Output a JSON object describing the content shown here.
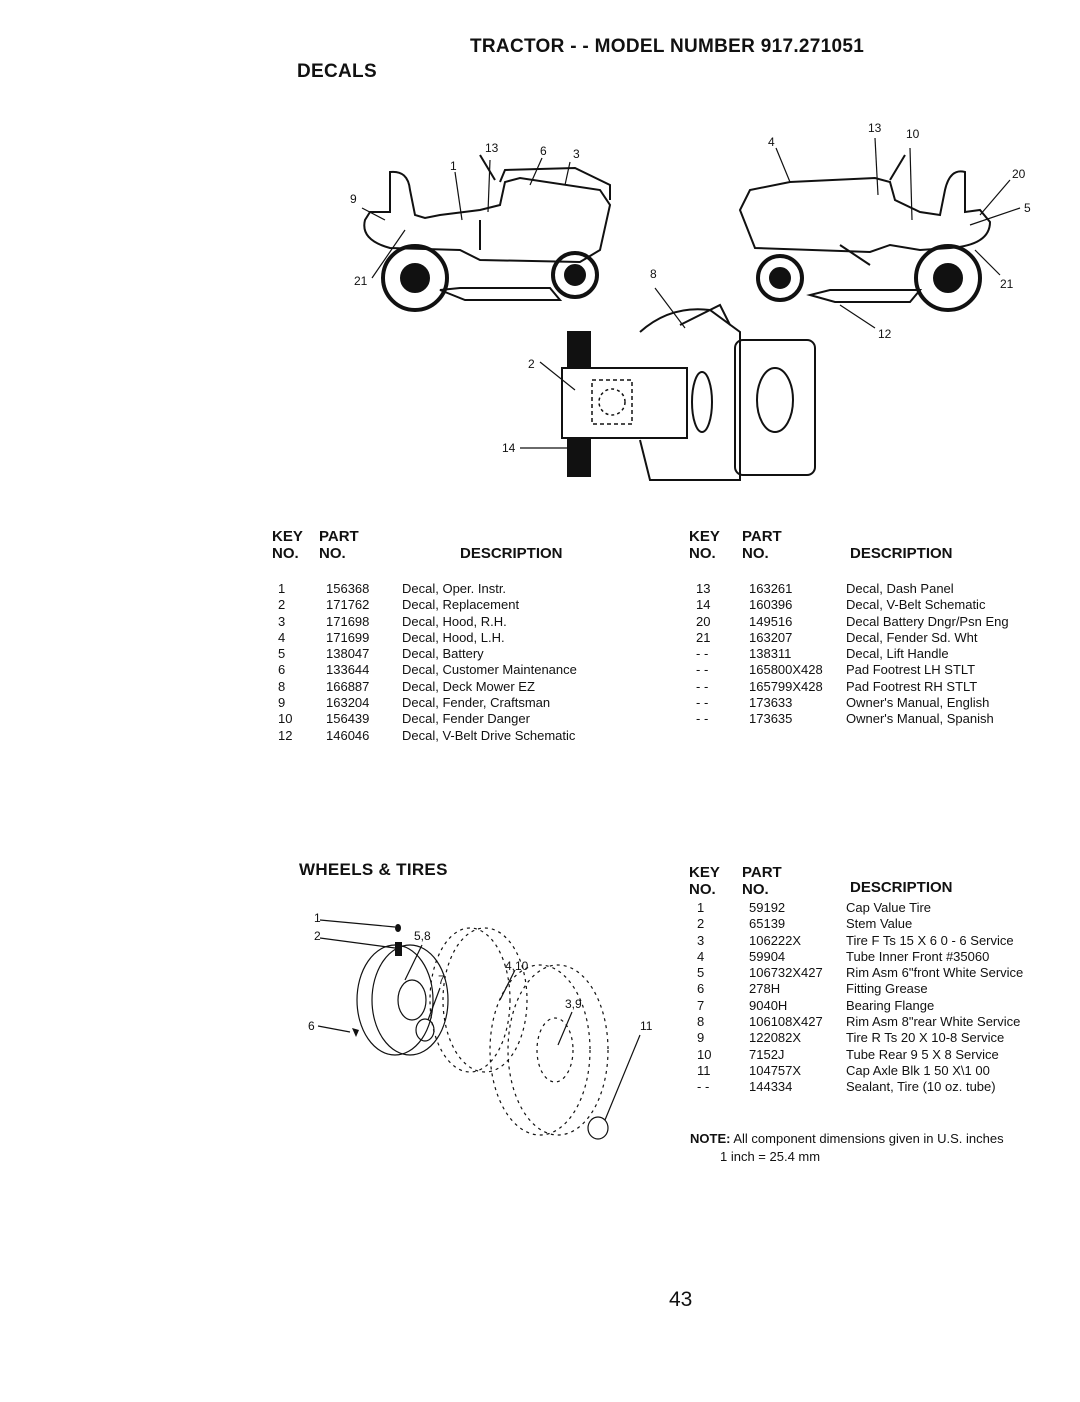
{
  "page": {
    "title": "TRACTOR - - MODEL NUMBER 917.271051",
    "page_number": "43"
  },
  "decals": {
    "heading": "DECALS",
    "diagram_callouts": [
      "1",
      "2",
      "3",
      "4",
      "5",
      "6",
      "8",
      "9",
      "10",
      "12",
      "13",
      "13",
      "14",
      "20",
      "21",
      "21"
    ],
    "columns": {
      "key": "KEY",
      "key2": "NO.",
      "part": "PART",
      "part2": "NO.",
      "desc": "DESCRIPTION"
    },
    "left_rows": [
      {
        "key": "1",
        "part": "156368",
        "desc": "Decal, Oper. Instr."
      },
      {
        "key": "2",
        "part": "171762",
        "desc": "Decal, Replacement"
      },
      {
        "key": "3",
        "part": "171698",
        "desc": "Decal, Hood, R.H."
      },
      {
        "key": "4",
        "part": "171699",
        "desc": "Decal, Hood, L.H."
      },
      {
        "key": "5",
        "part": "138047",
        "desc": "Decal, Battery"
      },
      {
        "key": "6",
        "part": "133644",
        "desc": "Decal, Customer Maintenance"
      },
      {
        "key": "8",
        "part": "166887",
        "desc": "Decal, Deck Mower EZ"
      },
      {
        "key": "9",
        "part": "163204",
        "desc": "Decal, Fender, Craftsman"
      },
      {
        "key": "10",
        "part": "156439",
        "desc": "Decal, Fender Danger"
      },
      {
        "key": "12",
        "part": "146046",
        "desc": "Decal, V-Belt Drive Schematic"
      }
    ],
    "right_rows": [
      {
        "key": "13",
        "part": "163261",
        "desc": "Decal, Dash Panel"
      },
      {
        "key": "14",
        "part": "160396",
        "desc": "Decal, V-Belt Schematic"
      },
      {
        "key": "20",
        "part": "149516",
        "desc": "Decal Battery Dngr/Psn Eng"
      },
      {
        "key": "21",
        "part": "163207",
        "desc": "Decal, Fender Sd. Wht"
      },
      {
        "key": "- -",
        "part": "138311",
        "desc": "Decal, Lift Handle"
      },
      {
        "key": "- -",
        "part": "165800X428",
        "desc": "Pad Footrest LH STLT"
      },
      {
        "key": "- -",
        "part": "165799X428",
        "desc": "Pad Footrest RH STLT"
      },
      {
        "key": "- -",
        "part": "173633",
        "desc": "Owner's Manual, English"
      },
      {
        "key": "- -",
        "part": "173635",
        "desc": "Owner's Manual, Spanish"
      }
    ]
  },
  "wheels": {
    "heading": "WHEELS & TIRES",
    "diagram_callouts": [
      "1",
      "2",
      "5,8",
      "4,10",
      "7",
      "3,9",
      "6",
      "11"
    ],
    "columns": {
      "key": "KEY",
      "key2": "NO.",
      "part": "PART",
      "part2": "NO.",
      "desc": "DESCRIPTION"
    },
    "rows": [
      {
        "key": "1",
        "part": "59192",
        "desc": "Cap Value Tire"
      },
      {
        "key": "2",
        "part": "65139",
        "desc": "Stem Value"
      },
      {
        "key": "3",
        "part": "106222X",
        "desc": "Tire F Ts 15 X 6 0 - 6 Service"
      },
      {
        "key": "4",
        "part": "59904",
        "desc": "Tube Inner Front #35060"
      },
      {
        "key": "5",
        "part": "106732X427",
        "desc": "Rim Asm 6\"front White Service"
      },
      {
        "key": "6",
        "part": "278H",
        "desc": "Fitting Grease"
      },
      {
        "key": "7",
        "part": "9040H",
        "desc": "Bearing Flange"
      },
      {
        "key": "8",
        "part": "106108X427",
        "desc": "Rim Asm 8\"rear White Service"
      },
      {
        "key": "9",
        "part": "122082X",
        "desc": "Tire R Ts 20 X 10-8 Service"
      },
      {
        "key": "10",
        "part": "7152J",
        "desc": "Tube Rear 9 5 X 8 Service"
      },
      {
        "key": "11",
        "part": "104757X",
        "desc": "Cap Axle Blk 1 50 X\\1 00"
      },
      {
        "key": "- -",
        "part": "144334",
        "desc": "Sealant, Tire (10 oz. tube)"
      }
    ],
    "note_label": "NOTE:",
    "note_text": "All component dimensions given in U.S. inches",
    "note_line2": "1 inch = 25.4 mm"
  }
}
